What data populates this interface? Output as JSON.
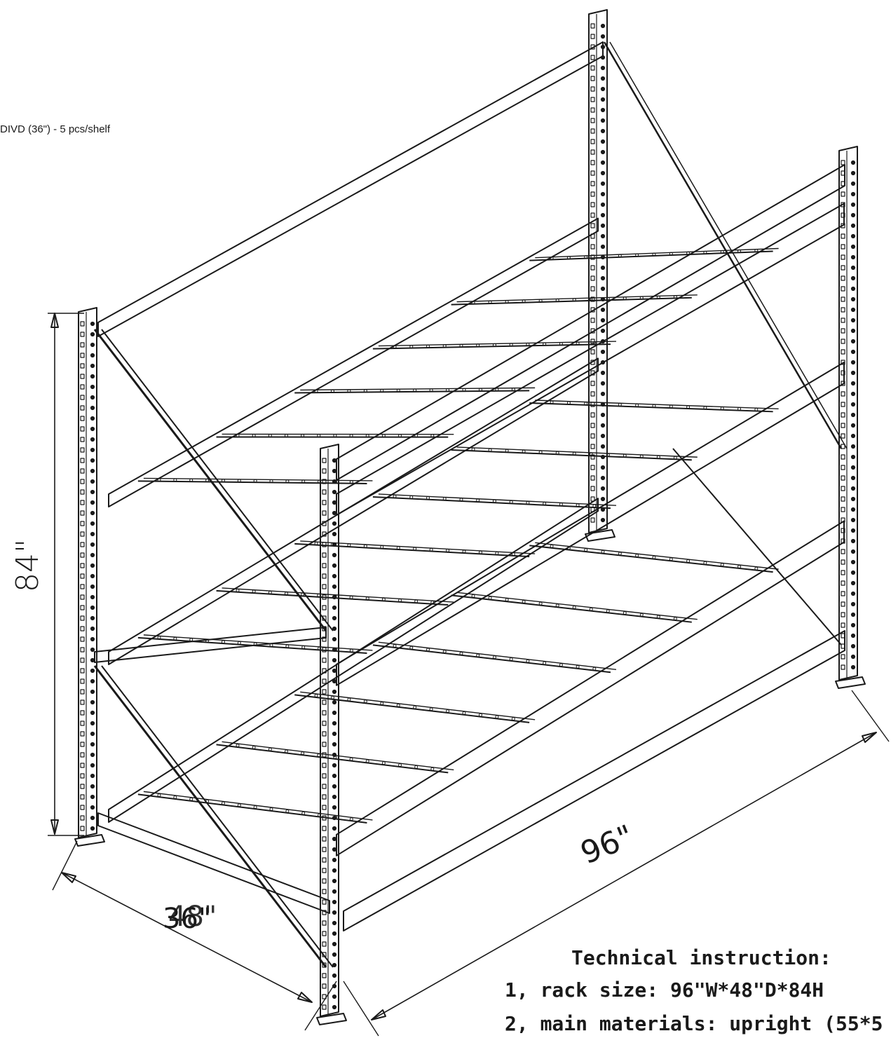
{
  "note": "DIVD (36\") - 5 pcs/shelf",
  "dimensions": {
    "height": "84\"",
    "width": "96\"",
    "depth_a": "36\"",
    "depth_b": "48\""
  },
  "technical": {
    "title": "Technical instruction:",
    "line1": "1, rack size: 96\"W*48\"D*84H",
    "line2": "2, main materials: upright (55*5"
  },
  "colors": {
    "line": "#1a1a1a",
    "background": "#ffffff"
  }
}
